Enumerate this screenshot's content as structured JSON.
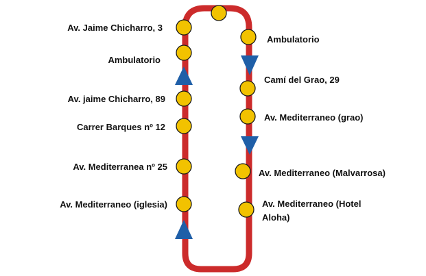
{
  "colors": {
    "route_line": "#cc2b2b",
    "stop_fill": "#f2c200",
    "stop_stroke": "#1a1a1a",
    "arrow": "#1f5fa8",
    "label": "#111111"
  },
  "left_side": {
    "direction_icon": "up-arrow-icon",
    "stops": [
      {
        "label": "Av. Jaime Chicharro, 3"
      },
      {
        "label": "Ambulatorio"
      },
      {
        "label": "Av. jaime Chicharro, 89"
      },
      {
        "label": "Carrer Barques nº 12"
      },
      {
        "label": "Av. Mediterranea nº 25"
      },
      {
        "label": "Av. Mediterraneo (iglesia)"
      }
    ]
  },
  "right_side": {
    "direction_icon": "down-arrow-icon",
    "stops": [
      {
        "label": "Ambulatorio"
      },
      {
        "label": "Camí del Grao, 29"
      },
      {
        "label": "Av. Mediterraneo (grao)"
      },
      {
        "label": "Av. Mediterraneo (Malvarrosa)"
      },
      {
        "label": "Av. Mediterraneo (Hotel",
        "label2": "Aloha)"
      }
    ]
  },
  "top_stop": {
    "label": ""
  }
}
